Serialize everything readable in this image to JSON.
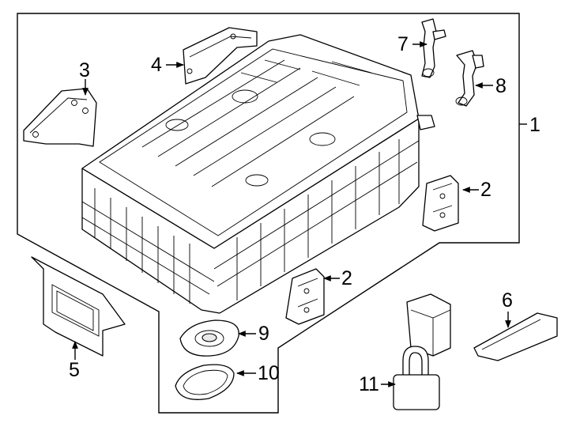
{
  "callouts": [
    {
      "id": "1",
      "label": "1"
    },
    {
      "id": "2a",
      "label": "2"
    },
    {
      "id": "2b",
      "label": "2"
    },
    {
      "id": "3",
      "label": "3"
    },
    {
      "id": "4",
      "label": "4"
    },
    {
      "id": "5",
      "label": "5"
    },
    {
      "id": "6",
      "label": "6"
    },
    {
      "id": "7",
      "label": "7"
    },
    {
      "id": "8",
      "label": "8"
    },
    {
      "id": "9",
      "label": "9"
    },
    {
      "id": "10",
      "label": "10"
    },
    {
      "id": "11",
      "label": "11"
    }
  ]
}
